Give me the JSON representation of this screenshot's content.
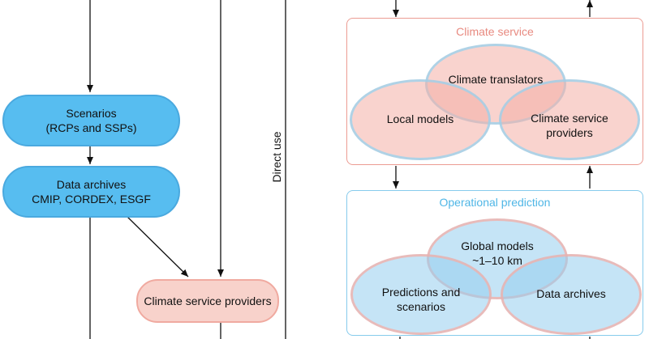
{
  "colors": {
    "blue_fill": "#57bdf0",
    "pink_fill": "#f8d2cb",
    "climate_service_title": "#e88a80",
    "operational_title": "#4fb6e6"
  },
  "left": {
    "scenarios": {
      "line1": "Scenarios",
      "line2": "(RCPs and SSPs)"
    },
    "archives": {
      "line1": "Data archives",
      "line2": "CMIP, CORDEX, ESGF"
    },
    "providers": {
      "label": "Climate service providers"
    },
    "direct_use": "Direct use"
  },
  "climate_service": {
    "title": "Climate service",
    "translators": "Climate translators",
    "local_models": "Local models",
    "providers": {
      "line1": "Climate service",
      "line2": "providers"
    }
  },
  "operational": {
    "title": "Operational prediction",
    "global_models": {
      "line1": "Global models",
      "line2": "~1–10 km"
    },
    "predictions": {
      "line1": "Predictions and",
      "line2": "scenarios"
    },
    "archives": "Data archives"
  }
}
